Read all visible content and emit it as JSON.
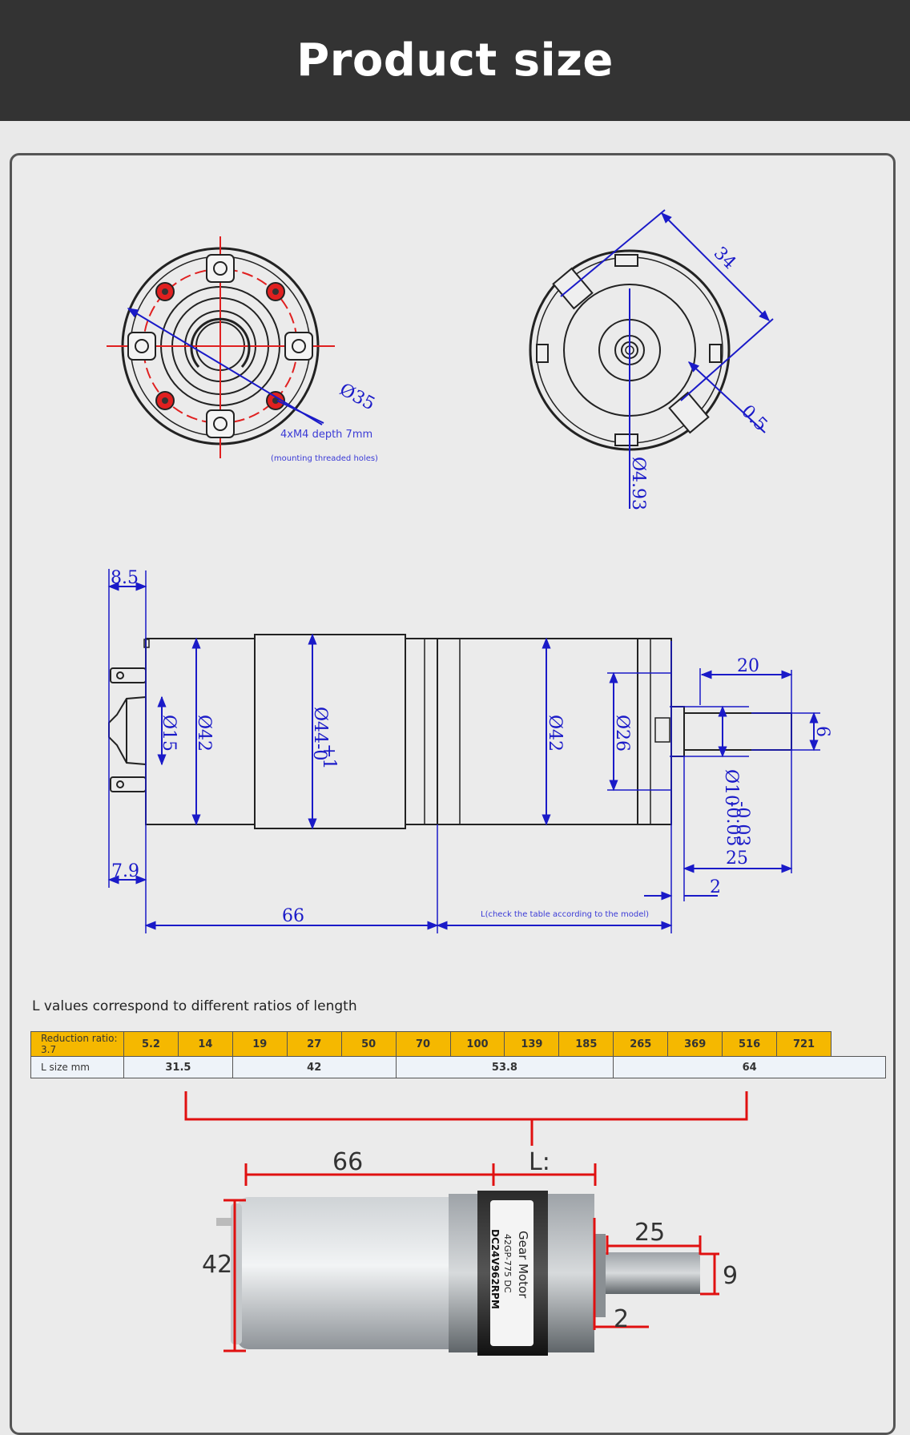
{
  "header": {
    "title": "Product size"
  },
  "front_view": {
    "diameter_label": "Ø35",
    "holes_label": "4xM4 depth 7mm",
    "holes_note": "(mounting threaded holes)"
  },
  "rear_view": {
    "dim_34": "34",
    "dim_05": "0.5",
    "dim_493": "Ø4.93"
  },
  "side_view": {
    "d85": "8.5",
    "d79": "7.9",
    "d15": "Ø15",
    "d42a": "Ø42",
    "d44": "Ø44",
    "d44_tol_plus": "+1",
    "d44_tol_minus": "-0",
    "d42b": "Ø42",
    "d26": "Ø26",
    "d20": "20",
    "d6": "6",
    "d10": "Ø10",
    "d10_tol_upper": "-0.03",
    "d10_tol_lower": "-0.05",
    "d25": "25",
    "d2": "2",
    "d66": "66",
    "l_note": "L(check the table according to the model)"
  },
  "table": {
    "caption": "L values correspond to different ratios of length",
    "ratio_header": "Reduction ratio: 3.7",
    "ratios": [
      "5.2",
      "14",
      "19",
      "27",
      "50",
      "70",
      "100",
      "139",
      "185",
      "265",
      "369",
      "516",
      "721"
    ],
    "size_header": "L size mm",
    "sizes": [
      {
        "value": "31.5",
        "span": 2
      },
      {
        "value": "42",
        "span": 3
      },
      {
        "value": "53.8",
        "span": 4
      },
      {
        "value": "64",
        "span": 5
      }
    ]
  },
  "photo": {
    "dim_66": "66",
    "dim_L": "L:",
    "dim_42": "42",
    "dim_25": "25",
    "dim_9": "9",
    "dim_2": "2",
    "label_line1": "Gear Motor",
    "label_line2": "42GP-775 DC",
    "label_line3": "DC24V962RPM"
  },
  "colors": {
    "header_bg": "#333333",
    "dimension_blue": "#1a1ac8",
    "hole_red": "#e02020",
    "ratio_row": "#f5b800",
    "photo_dims": "#e01010"
  }
}
